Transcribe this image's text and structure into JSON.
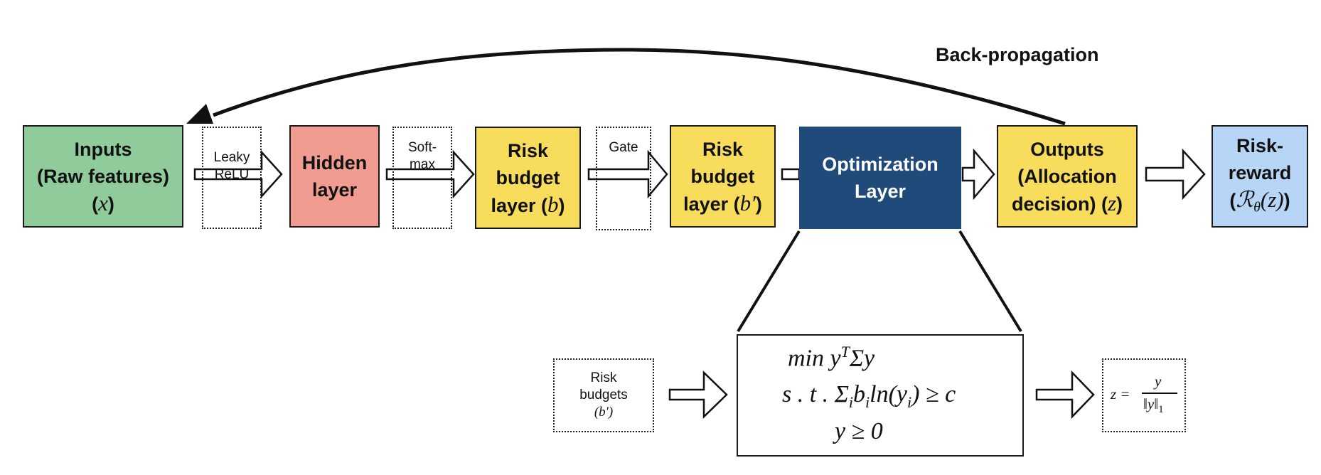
{
  "backprop": {
    "label": "Back-propagation"
  },
  "nodes": {
    "inputs": {
      "line1": "Inputs",
      "line2": "(Raw features)",
      "open": "(",
      "var": "x",
      "close": ")",
      "color": "#8fcb9b"
    },
    "leaky": {
      "line1": "Leaky",
      "line2": "ReLU"
    },
    "hidden": {
      "line1": "Hidden",
      "line2": "layer",
      "color": "#f19c91"
    },
    "softmax": {
      "line1": "Soft-",
      "line2": "max"
    },
    "risk_b": {
      "line1": "Risk",
      "line2": "budget",
      "line3": "layer (",
      "var": "b",
      "close": ")",
      "color": "#f8dc5c"
    },
    "gate": {
      "label": "Gate"
    },
    "risk_b2": {
      "line1": "Risk",
      "line2": "budget",
      "line3": "layer (",
      "var": "b′",
      "close": ")",
      "color": "#f8dc5c"
    },
    "opt": {
      "line1": "Optimization",
      "line2": "Layer",
      "color": "#1f4a7a"
    },
    "outputs": {
      "line1": "Outputs",
      "line2": "(Allocation",
      "line3": "decision) (",
      "var": "z",
      "close": ")",
      "color": "#f8dc5c"
    },
    "reward": {
      "line1": "Risk-",
      "line2": "reward",
      "open": "(",
      "var": "ℛ",
      "sub": "θ",
      "arg": "(z)",
      "close": ")",
      "color": "#b7d6f5"
    }
  },
  "detail": {
    "risk_budgets": {
      "line1": "Risk",
      "line2": "budgets",
      "line3": "(b′)"
    },
    "objective": {
      "min": "min",
      "y1": "y",
      "sup": "T",
      "rest": "Σy"
    },
    "constraint": {
      "st": "s . t .",
      "sum": "Σ",
      "sub_i": "i",
      "b": "b",
      "sub_i2": "i",
      "ln": "ln(y",
      "sub_i3": "i",
      "tail": ") ≥ c"
    },
    "nonneg": {
      "text": "y ≥ 0"
    },
    "z_formula": {
      "lhs": "z =",
      "num": "y",
      "den": "‖y‖",
      "den_sub": "1"
    }
  }
}
